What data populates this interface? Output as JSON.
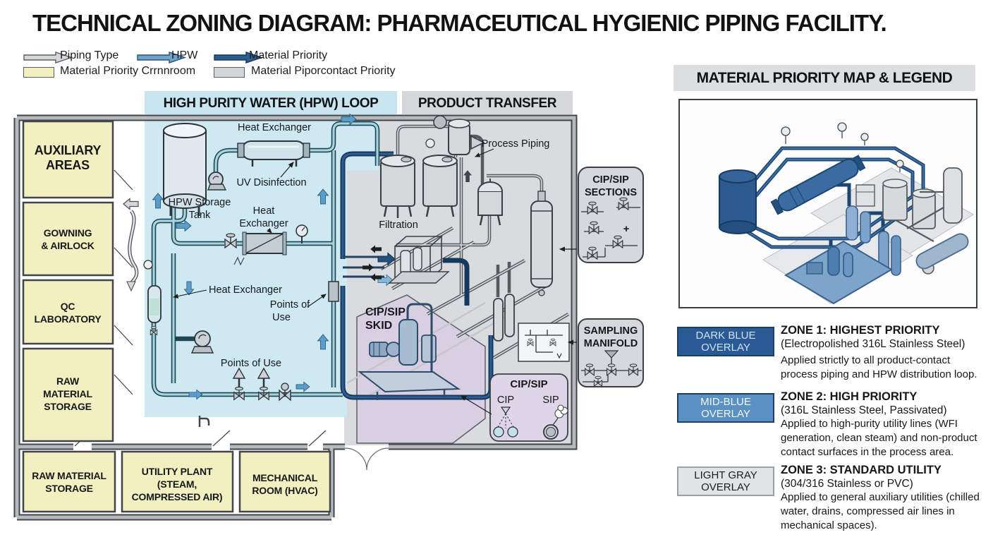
{
  "title": "TECHNICAL ZONING  DIAGRAM: PHARMACEUTICAL HYGIENIC PIPING FACILITY.",
  "colors": {
    "hpw_zone": "#cfe9f3",
    "product_zone": "#d9dcde",
    "room_fill": "#f2efc0",
    "skid_zone": "#d9cfe3",
    "pipe_hpw_core": "#9fd0de",
    "pipe_priority": "#16375e",
    "accent_dark_blue": "#2a5a96",
    "accent_mid_blue": "#5a90c2",
    "accent_light_gray": "#e2e3e5"
  },
  "legend_top": {
    "piping_type": {
      "label": "Piping Type",
      "color": "#d5d8da"
    },
    "hpw": {
      "label": "HPW",
      "color": "#6fa3cc"
    },
    "material_priority": {
      "label": "Material Priority",
      "color": "#2d5d8e"
    },
    "material_priority_room": {
      "label": "Material Priority Crrnnroom",
      "color": "#f2efc0"
    },
    "material_contact": {
      "label": "Material Piporcontact Priority",
      "color": "#d3d6d8"
    }
  },
  "plan": {
    "zone_hpw_header": "HIGH PURITY WATER (HPW) LOOP",
    "zone_product_header": "PRODUCT TRANSFER",
    "rooms": {
      "auxiliary": [
        "AUXILIARY",
        "AREAS"
      ],
      "gowning": [
        "GOWNING",
        "& AIRLOCK"
      ],
      "qc": [
        "QC",
        "LABORATORY"
      ],
      "raw1": [
        "RAW",
        "MATERIAL",
        "STORAGE"
      ],
      "raw2": [
        "RAW MATERIAL",
        "STORAGE"
      ],
      "utility": [
        "UTILITY PLANT",
        "(STEAM,",
        "COMPRESSED AIR)"
      ],
      "mechanical": [
        "MECHANICAL",
        "ROOM (HVAC)"
      ]
    },
    "labels": {
      "heat_exchanger_top": "Heat Exchanger",
      "uv": "UV Disinfection",
      "hpw_tank": [
        "HPW Storage",
        "Tank"
      ],
      "heat_mid": [
        "Heat",
        "Exchanger"
      ],
      "heat_left": "Heat Exchanger",
      "pou_right": [
        "Points of",
        "Use"
      ],
      "pou_bottom": "Points of Use",
      "filtration": "Filtration",
      "process_piping": "Process Piping",
      "skid": [
        "CIP/SIP",
        "SKID"
      ]
    },
    "callouts": {
      "sections": [
        "CIP/SIP",
        "SECTIONS"
      ],
      "sections_plus": "+",
      "sampling": [
        "SAMPLING",
        "MANIFOLD"
      ],
      "cip_box": {
        "title": "CIP/SIP",
        "cip": "CIP",
        "sip": "SIP"
      }
    }
  },
  "right_panel": {
    "header": "MATERIAL PRIORITY MAP & LEGEND",
    "zones": [
      {
        "badge": [
          "DARK BLUE",
          "OVERLAY"
        ],
        "badge_bg": "#2a5a96",
        "badge_fg": "#cfe2f4",
        "title": "ZONE 1: HIGHEST PRIORITY",
        "subtitle": "(Electropolished 316L Stainless Steel)",
        "body": "Applied strictly to all product-contact process piping and HPW distribution loop."
      },
      {
        "badge": [
          "MID-BLUE",
          "OVERLAY"
        ],
        "badge_bg": "#5a90c2",
        "badge_fg": "#f4f8fb",
        "title": "ZONE 2: HIGH PRIORITY",
        "subtitle": "(316L Stainless Steel, Passivated)",
        "body": "Applied to high-purity utility lines (WFI generation, clean steam) and non-product contact surfaces in the process area."
      },
      {
        "badge": [
          "LIGHT GRAY",
          "OVERLAY"
        ],
        "badge_bg": "#e2e3e5",
        "badge_fg": "#1b1d1f",
        "title": "ZONE 3: STANDARD UTILITY",
        "subtitle": "(304/316 Stainless or PVC)",
        "body": "Applied to general auxiliary utilities (chilled water, drains, compressed air lines in mechanical spaces)."
      }
    ]
  }
}
